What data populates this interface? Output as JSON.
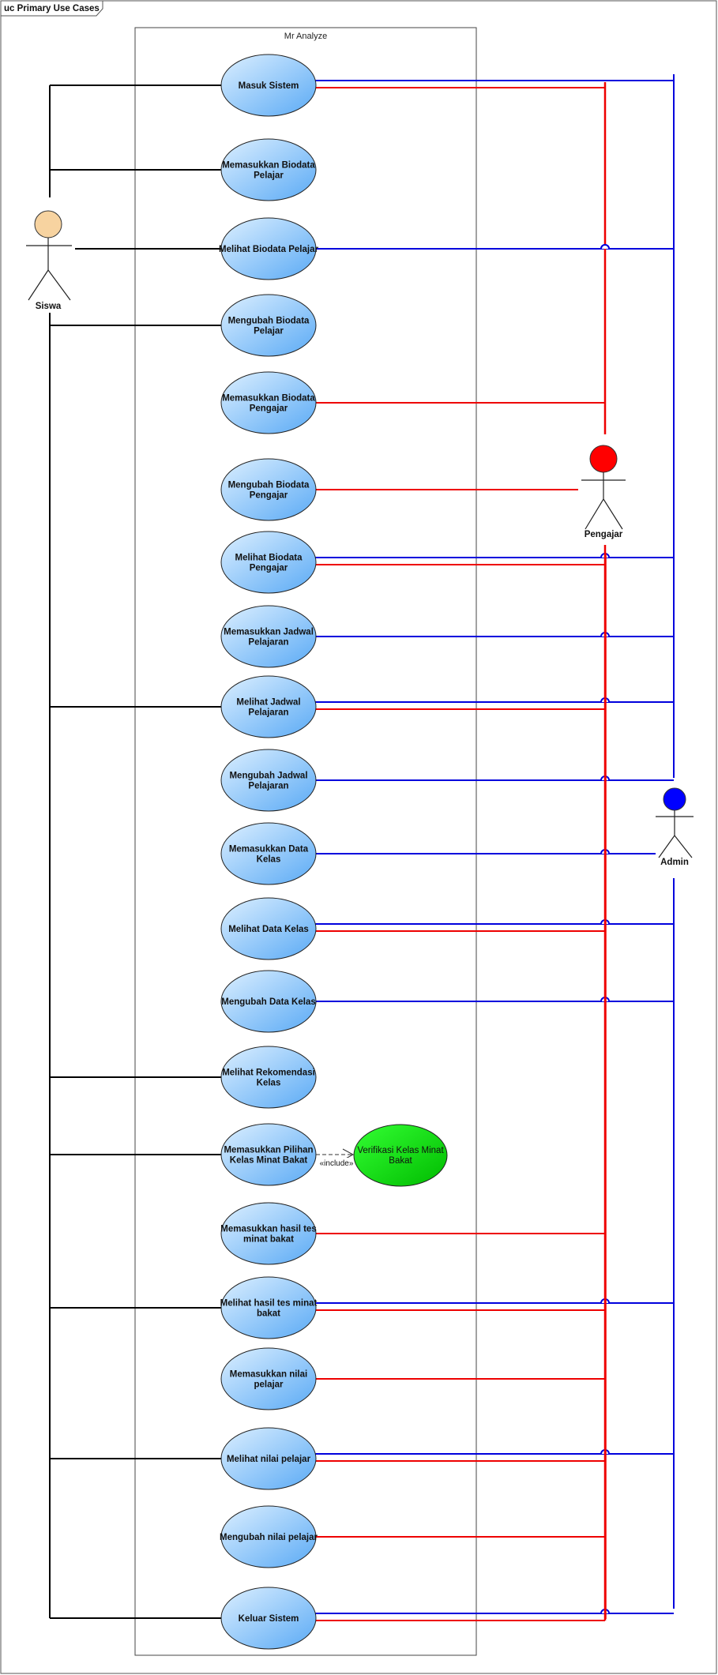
{
  "frame": {
    "title": "uc Primary Use Cases"
  },
  "system": {
    "name": "Mr Analyze"
  },
  "colors": {
    "siswa": "#f7d3a0",
    "pengajar": "#ff0000",
    "admin": "#0000ff",
    "usecase": "#8ec6ff",
    "extra": "#00dd00",
    "blue_line": "#0000dd",
    "red_line": "#ee0000"
  },
  "actors": {
    "siswa": {
      "label": "Siswa"
    },
    "pengajar": {
      "label": "Pengajar"
    },
    "admin": {
      "label": "Admin"
    }
  },
  "use_cases": [
    {
      "lines": [
        "Masuk Sistem"
      ]
    },
    {
      "lines": [
        "Memasukkan Biodata",
        "Pelajar"
      ]
    },
    {
      "lines": [
        "Melihat Biodata Pelajar"
      ]
    },
    {
      "lines": [
        "Mengubah Biodata",
        "Pelajar"
      ]
    },
    {
      "lines": [
        "Memasukkan Biodata",
        "Pengajar"
      ]
    },
    {
      "lines": [
        "Mengubah Biodata",
        "Pengajar"
      ]
    },
    {
      "lines": [
        "Melihat Biodata",
        "Pengajar"
      ]
    },
    {
      "lines": [
        "Memasukkan Jadwal",
        "Pelajaran"
      ]
    },
    {
      "lines": [
        "Melihat Jadwal",
        "Pelajaran"
      ]
    },
    {
      "lines": [
        "Mengubah Jadwal",
        "Pelajaran"
      ]
    },
    {
      "lines": [
        "Memasukkan Data",
        "Kelas"
      ]
    },
    {
      "lines": [
        "Melihat Data Kelas"
      ]
    },
    {
      "lines": [
        "Mengubah Data Kelas"
      ]
    },
    {
      "lines": [
        "Melihat Rekomendasi",
        "Kelas"
      ]
    },
    {
      "lines": [
        "Memasukkan Pilihan",
        "Kelas Minat Bakat"
      ]
    },
    {
      "lines": [
        "Memasukkan hasil tes",
        "minat bakat"
      ]
    },
    {
      "lines": [
        "Melihat hasil tes minat",
        "bakat"
      ]
    },
    {
      "lines": [
        "Memasukkan nilai",
        "pelajar"
      ]
    },
    {
      "lines": [
        "Melihat nilai pelajar"
      ]
    },
    {
      "lines": [
        "Mengubah nilai pelajar"
      ]
    },
    {
      "lines": [
        "Keluar Sistem"
      ]
    }
  ],
  "extra_use_case": {
    "lines": [
      "Verifikasi Kelas Minat",
      "Bakat"
    ]
  },
  "include_label": "«include»"
}
